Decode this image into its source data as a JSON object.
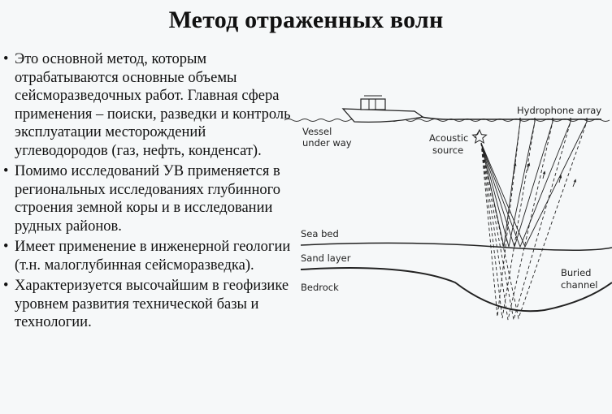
{
  "page": {
    "title": "Метод отраженных волн"
  },
  "bullets": [
    {
      "marker": "•",
      "text": "Это основной метод, которым отрабатываются основные объемы сейсморазведочных работ. Главная сфера применения – поиски, разведки и контроль эксплуатации месторождений углеводородов (газ, нефть, конденсат)."
    },
    {
      "marker": "•",
      "text": "Помимо исследований УВ применяется в региональных исследованиях глубинного строения земной коры и в исследовании рудных районов."
    },
    {
      "marker": "•",
      "text": "Имеет применение в инженерной геологии (т.н. малоглубинная сейсморазведка)."
    },
    {
      "marker": "•",
      "text": "Характеризуется высочайшим в геофизике уровнем развития технической базы и технологии."
    }
  ],
  "diagram": {
    "labels": {
      "vessel_line1": "Vessel",
      "vessel_line2": "under way",
      "hydrophone": "Hydrophone array",
      "acoustic_line1": "Acoustic",
      "acoustic_line2": "source",
      "sea_bed": "Sea bed",
      "sand_layer": "Sand layer",
      "bedrock": "Bedrock",
      "buried_line1": "Buried",
      "buried_line2": "channel"
    },
    "icons": {
      "boat": "boat-icon",
      "source": "star-icon"
    }
  }
}
